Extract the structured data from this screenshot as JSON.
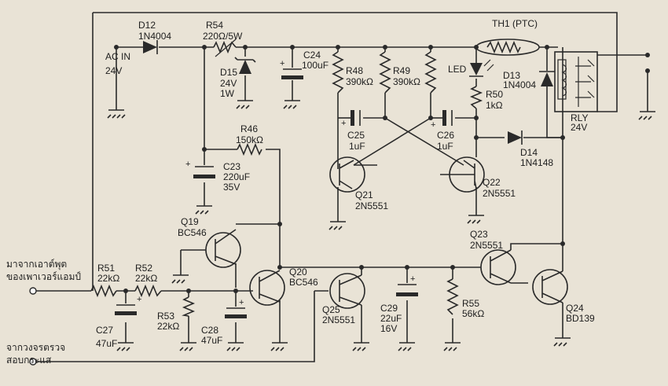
{
  "components": {
    "d12": {
      "ref": "D12",
      "val": "1N4004"
    },
    "r54": {
      "ref": "R54",
      "val": "220Ω/5W"
    },
    "c24": {
      "ref": "C24",
      "val": "100uF"
    },
    "th1": {
      "ref": "TH1 (PTC)"
    },
    "acin": {
      "l1": "AC IN",
      "l2": "24V"
    },
    "d15": {
      "ref": "D15",
      "v1": "24V",
      "v2": "1W"
    },
    "r48": {
      "ref": "R48",
      "val": "390kΩ"
    },
    "r49": {
      "ref": "R49",
      "val": "390kΩ"
    },
    "led": {
      "ref": "LED"
    },
    "r50": {
      "ref": "R50",
      "val": "1kΩ"
    },
    "d13": {
      "ref": "D13",
      "val": "1N4004"
    },
    "rly": {
      "ref": "RLY",
      "val": "24V"
    },
    "r46": {
      "ref": "R46",
      "val": "150kΩ"
    },
    "c25": {
      "ref": "C25",
      "val": "1uF"
    },
    "c26": {
      "ref": "C26",
      "val": "1uF"
    },
    "d14": {
      "ref": "D14",
      "val": "1N4148"
    },
    "c23": {
      "ref": "C23",
      "v1": "220uF",
      "v2": "35V"
    },
    "q21": {
      "ref": "Q21",
      "val": "2N5551"
    },
    "q22": {
      "ref": "Q22",
      "val": "2N5551"
    },
    "q19": {
      "ref": "Q19",
      "val": "BC546"
    },
    "q23": {
      "ref": "Q23",
      "val": "2N5551"
    },
    "q20": {
      "ref": "Q20",
      "val": "BC546"
    },
    "r51": {
      "ref": "R51",
      "val": "22kΩ"
    },
    "r52": {
      "ref": "R52",
      "val": "22kΩ"
    },
    "q25": {
      "ref": "Q25",
      "val": "2N5551"
    },
    "c29": {
      "ref": "C29",
      "v1": "22uF",
      "v2": "16V"
    },
    "r55": {
      "ref": "R55",
      "val": "56kΩ"
    },
    "q24": {
      "ref": "Q24",
      "val": "BD139"
    },
    "r53": {
      "ref": "R53",
      "val": "22kΩ"
    },
    "c28": {
      "ref": "C28",
      "val": "47uF"
    },
    "c27": {
      "ref": "C27",
      "val": "47uF"
    }
  },
  "inputs": {
    "amp_l1": "มาจากเอาต์พุต",
    "amp_l2": "ของเพาเวอร์แอมป์",
    "det_l1": "จากวงจรตรวจ",
    "det_l2": "สอบกระแส"
  }
}
